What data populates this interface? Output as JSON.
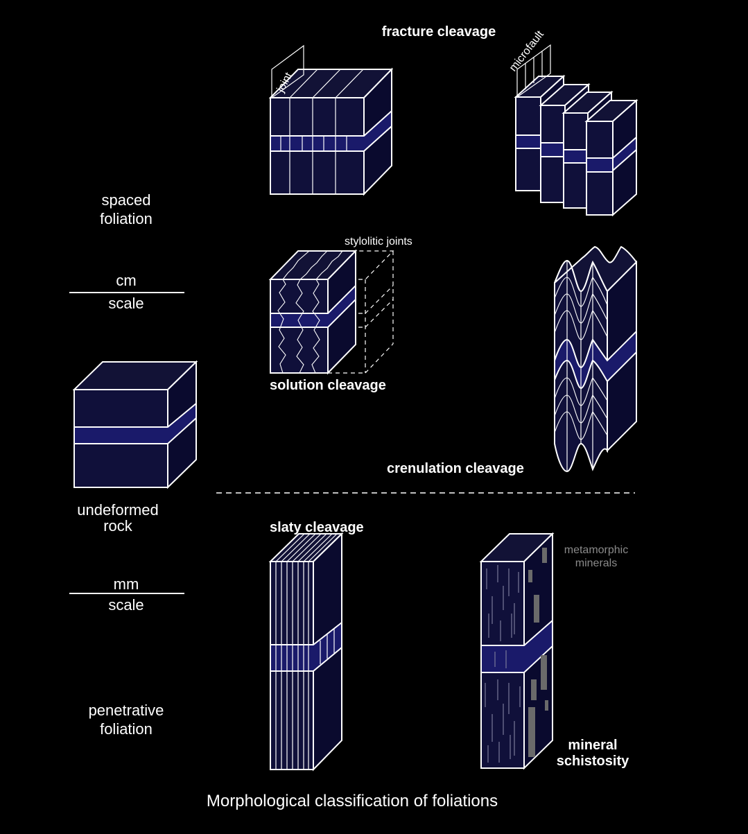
{
  "title": "fracture cleavage",
  "labels": {
    "joint": "joint",
    "microfault": "microfault",
    "stylolitic_joints": "stylolitic joints",
    "solution_cleavage": "solution cleavage",
    "crenulation_cleavage": "crenulation cleavage",
    "slaty_cleavage": "slaty cleavage",
    "metamorphic_minerals_1": "metamorphic",
    "metamorphic_minerals_2": "minerals",
    "mineral_schistosity_1": "mineral",
    "mineral_schistosity_2": "schistosity",
    "spaced_1": "spaced",
    "spaced_2": "foliation",
    "cm": "cm",
    "cm_scale": "scale",
    "undeformed_1": "undeformed",
    "undeformed_2": "rock",
    "mm": "mm",
    "mm_scale": "scale",
    "penetrative_1": "penetrative",
    "penetrative_2": "foliation"
  },
  "caption": "Morphological classification of foliations",
  "colors": {
    "background": "#000000",
    "block_face": "#10103a",
    "layer_band": "#1a1a6a",
    "outline": "#ffffff",
    "mineral_grains": "#6a6a6a"
  }
}
